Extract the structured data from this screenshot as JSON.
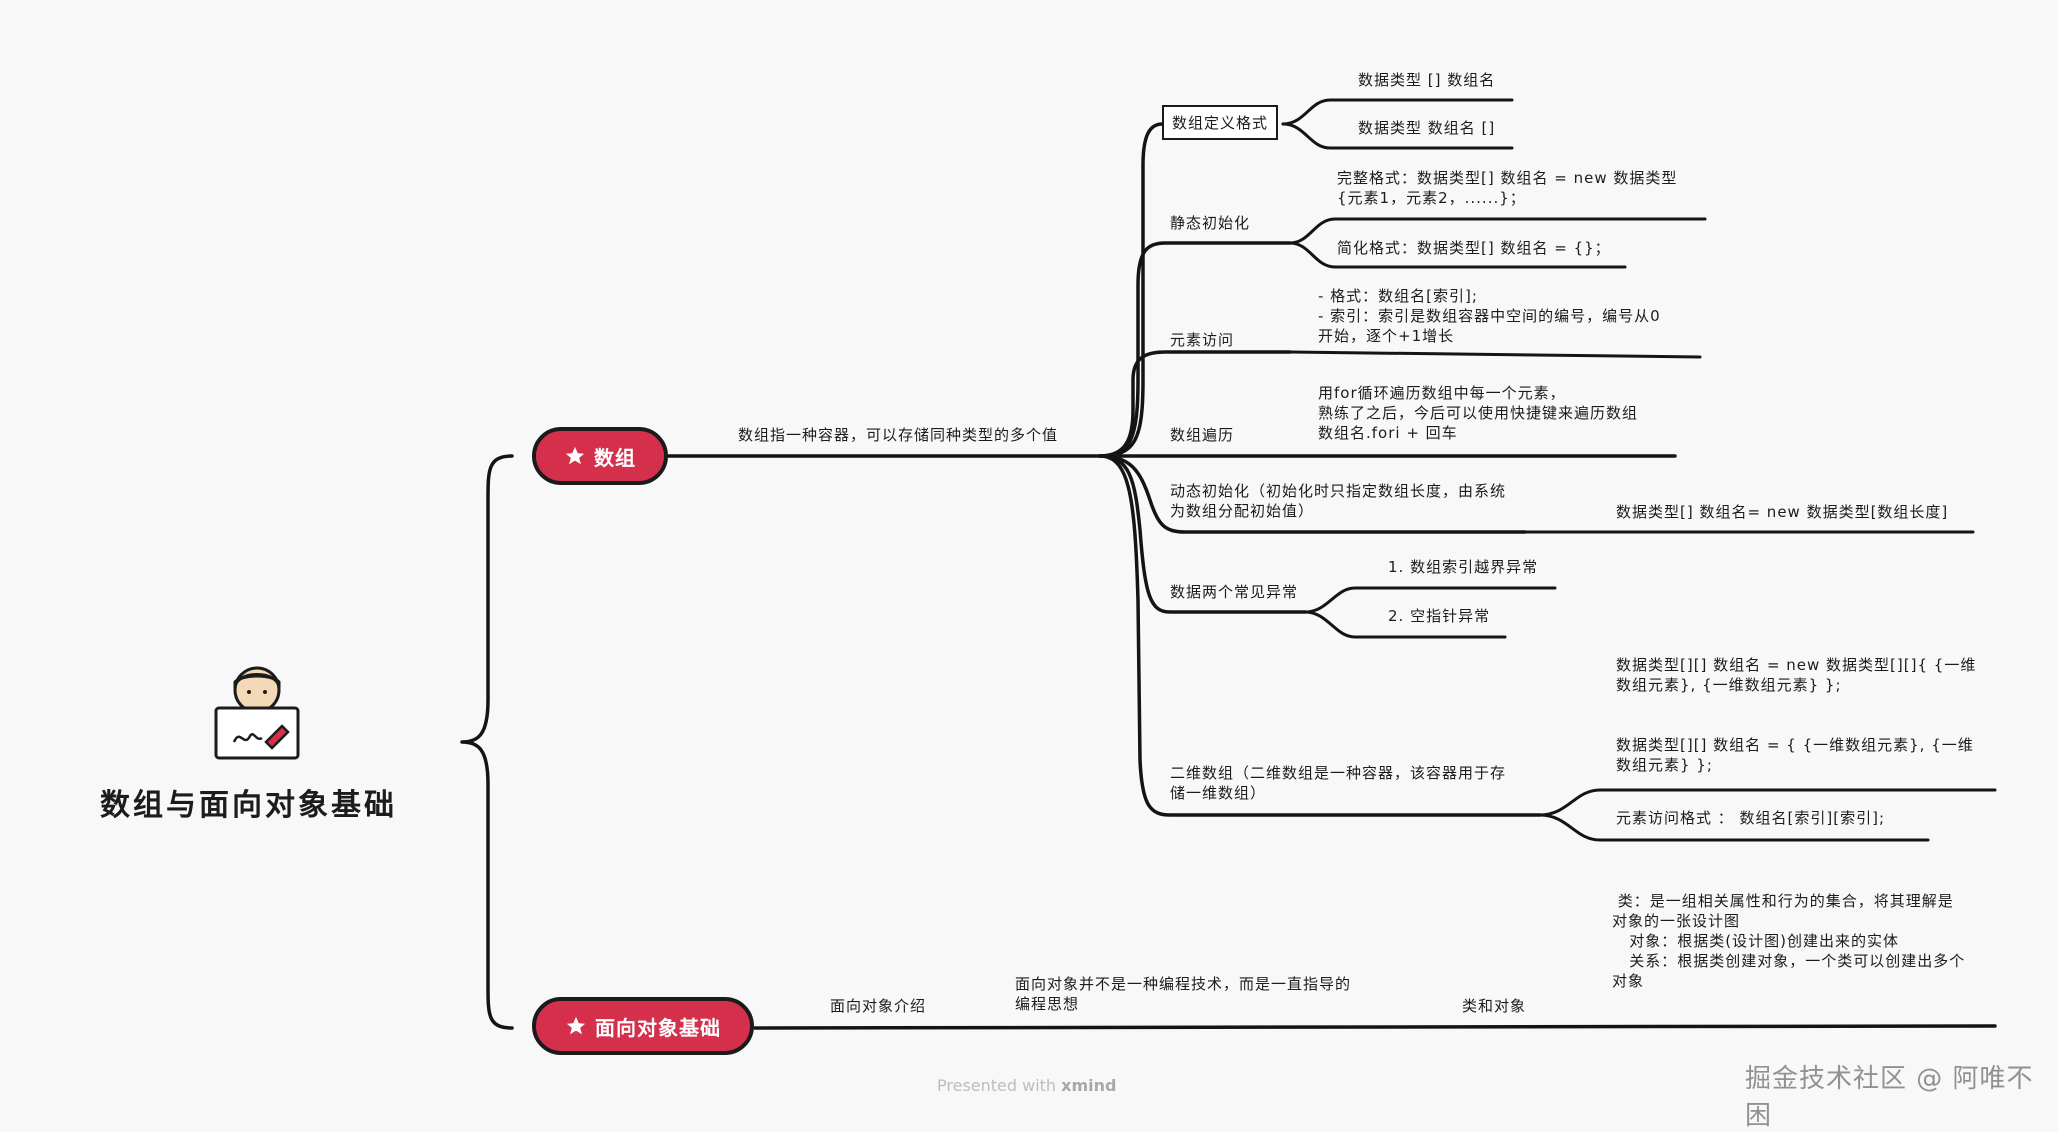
{
  "root": {
    "title": "数组与面向对象基础"
  },
  "array": {
    "label": "数组",
    "desc": "数组指一种容器，可以存储同种类型的多个值",
    "definition_format": {
      "label": "数组定义格式",
      "items": [
        "数据类型 [] 数组名",
        "数据类型 数组名 []"
      ]
    },
    "static_init": {
      "label": "静态初始化",
      "full": "完整格式：数据类型[] 数组名 = new 数据类型\n{元素1，元素2，......}；",
      "simple": "简化格式：数据类型[] 数组名 = {}；"
    },
    "element_access": {
      "label": "元素访问",
      "text": "- 格式：数组名[索引];\n- 索引：索引是数组容器中空间的编号，编号从0\n开始，逐个+1增长"
    },
    "traverse": {
      "label": "数组遍历",
      "text": "用for循环遍历数组中每一个元素，\n熟练了之后，今后可以使用快捷键来遍历数组\n数组名.fori + 回车"
    },
    "dynamic_init": {
      "label": "动态初始化（初始化时只指定数组长度，由系统\n为数组分配初始值）",
      "format": "数据类型[] 数组名= new 数据类型[数组长度]"
    },
    "exceptions": {
      "label": "数据两个常见异常",
      "items": [
        "1. 数组索引越界异常",
        "2. 空指针异常"
      ]
    },
    "two_dim": {
      "label": "二维数组（二维数组是一种容器，该容器用于存\n储一维数组）",
      "items": [
        "数据类型[][] 数组名 = new 数据类型[][]{ {一维\n数组元素}, {一维数组元素} };",
        "数据类型[][] 数组名 = { {一维数组元素}, {一维\n数组元素} };",
        "元素访问格式  ：  数组名[索引][索引];"
      ]
    }
  },
  "oop": {
    "label": "面向对象基础",
    "intro": "面向对象介绍",
    "intro_desc": "面向对象并不是一种编程技术，而是一直指导的\n编程思想",
    "class_object": {
      "label": "类和对象",
      "text": " 类：是一组相关属性和行为的集合，将其理解是\n对象的一张设计图\n   对象：根据类(设计图)创建出来的实体\n   关系：根据类创建对象，一个类可以创建出多个\n对象"
    }
  },
  "footer": {
    "prefix": "Presented with ",
    "brand": "xmind"
  },
  "watermark": "掘金技术社区 @ 阿唯不困"
}
